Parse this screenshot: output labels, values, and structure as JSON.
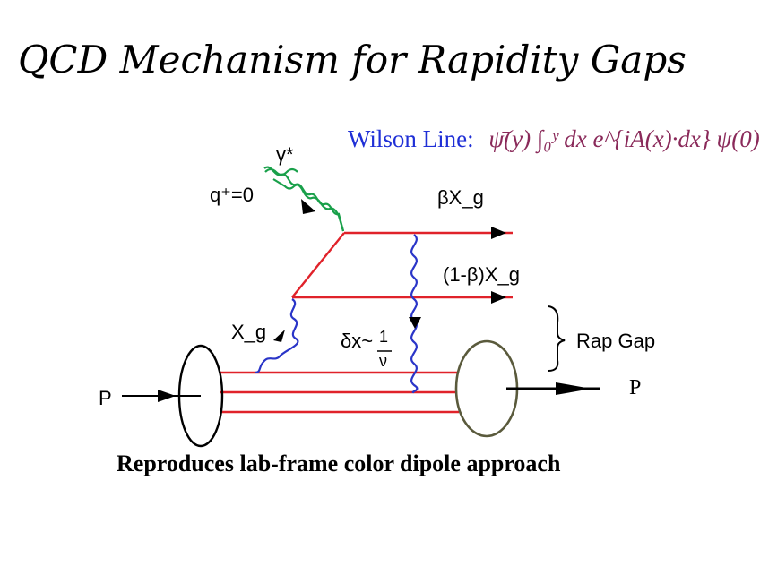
{
  "title": "QCD Mechanism for Rapidity Gaps",
  "wilson_line": {
    "label": "Wilson Line:",
    "formula": "ψ̄(y) ∫₀ʸ dx e^{iA(x)·dx} ψ(0)"
  },
  "diagram": {
    "photon": "γ*",
    "q_plus": "q⁺=0",
    "beta_xg": "βX_g",
    "one_minus_beta_xg": "(1-β)X_g",
    "xg": "X_g",
    "delta_x": "δx~",
    "delta_x_num": "1",
    "delta_x_den": "ν",
    "rap_gap": "Rap Gap",
    "proton_in": "P",
    "proton_out": "P"
  },
  "caption": "Reproduces lab-frame color dipole approach",
  "colors": {
    "quark_line": "#e0222a",
    "gluon": "#2a35c8",
    "photon": "#19a04a",
    "title": "#000000",
    "wilson_label": "#1f2fd6",
    "wilson_formula": "#8a2a5a",
    "outgoing_proton_ellipse": "#5a5a3c"
  }
}
